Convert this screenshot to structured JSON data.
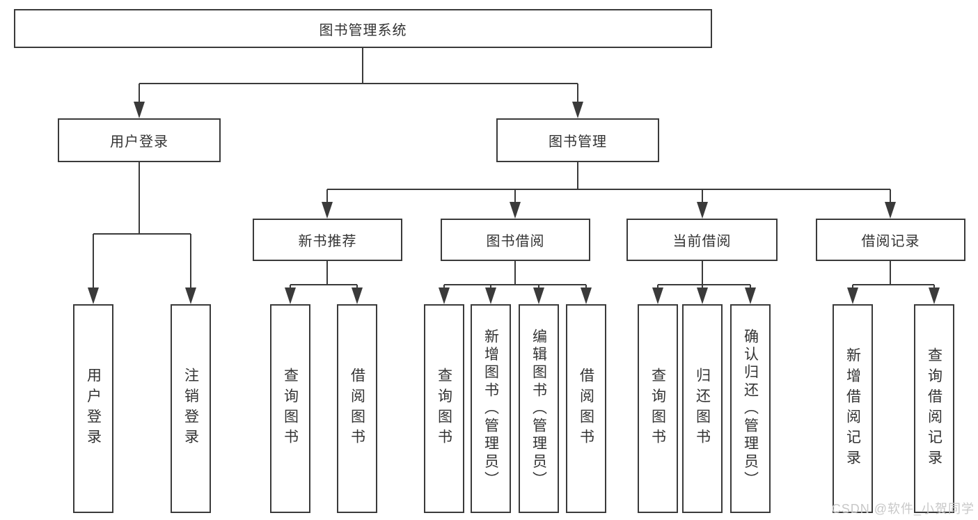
{
  "diagram": {
    "title": "图书管理系统",
    "level2": {
      "user_login": "用户登录",
      "book_mgmt": "图书管理"
    },
    "level3": {
      "new_book_rec": "新书推荐",
      "book_borrow": "图书借阅",
      "current_borrow": "当前借阅",
      "borrow_record": "借阅记录"
    },
    "leaves": {
      "user_login": [
        "用户登录",
        "注销登录"
      ],
      "new_book_rec": [
        "查询图书",
        "借阅图书"
      ],
      "book_borrow": [
        "查询图书",
        "新增图书（管理员）",
        "编辑图书（管理员）",
        "借阅图书"
      ],
      "current_borrow": [
        "查询图书",
        "归还图书",
        "确认归还（管理员）"
      ],
      "borrow_record": [
        "新增借阅记录",
        "查询借阅记录"
      ]
    },
    "colors": {
      "line": "#3a3a3a",
      "box_fill": "#ffffff",
      "text": "#333333",
      "watermark": "#c8c8c8"
    }
  },
  "watermark": "CSDN @软件_小贺同学"
}
